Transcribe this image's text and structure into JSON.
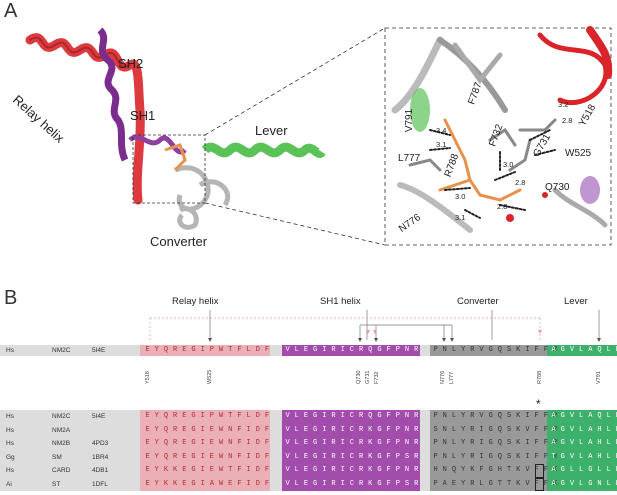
{
  "panelA": {
    "letter": "A",
    "labels": {
      "sh2": "SH2",
      "sh1": "SH1",
      "relay": "Relay helix",
      "lever": "Lever",
      "converter": "Converter"
    },
    "inset_labels": [
      "F787",
      "F732",
      "V791",
      "Y518",
      "L777",
      "R788",
      "G731",
      "W525",
      "Q730",
      "N776"
    ],
    "distances": [
      "3.4",
      "3.1",
      "3.0",
      "3.0",
      "2.8",
      "3.0",
      "3.1",
      "2.8",
      "3.2",
      "2.8",
      "3.0"
    ],
    "colors": {
      "relay": "#d9252a",
      "sh2": "#7b2d8e",
      "sh1": "#8e3fa0",
      "lever": "#5bc257",
      "converter": "#b5b5b5",
      "orange": "#e8914b"
    }
  },
  "panelB": {
    "letter": "B",
    "headers": [
      "Relay helix",
      "SH1 helix",
      "Converter",
      "Lever"
    ],
    "top_row": {
      "sp": "Hs",
      "name": "NM2C",
      "pdb": "5I4E",
      "relay": "EYQREGIPWTFLDF",
      "sh1": "VLEGIRICRQGFPNR",
      "conv": "PNLYRVGQSKIFFR",
      "lever": "AGVLAQLE"
    },
    "residue_labels": [
      "Y518",
      "W525",
      "Q730",
      "G731",
      "F732",
      "N776",
      "L777",
      "R788",
      "V791"
    ],
    "star": "*",
    "rows": [
      {
        "sp": "Hs",
        "name": "NM2C",
        "pdb": "5I4E",
        "relay": "EYQREGIPWTFLDF",
        "sh1": "VLEGIRICRQGFPNR",
        "conv": "PNLYRVGQSKIFFR",
        "lever": "AGVLAQLE"
      },
      {
        "sp": "Hs",
        "name": "NM2A",
        "pdb": "",
        "relay": "EYQREGIEWNFIDF",
        "sh1": "VLEGIRICRKGFPNR",
        "conv": "SNLYRIGQSKVFFR",
        "lever": "AGVLAHLE"
      },
      {
        "sp": "Hs",
        "name": "NM2B",
        "pdb": "4PD3",
        "relay": "EYQREGIEWNFIDF",
        "sh1": "VLEGIRICRKGFPNR",
        "conv": "PNLYRIGQSKIFFR",
        "lever": "AGVLAHLE"
      },
      {
        "sp": "Gg",
        "name": "SM",
        "pdb": "1BR4",
        "relay": "EYQREGIEWNFIDF",
        "sh1": "VLEGIRICRKGFPSR",
        "conv": "PNLYRIGQSKIFFR",
        "lever": "TGVLAHLE"
      },
      {
        "sp": "Hs",
        "name": "CARD",
        "pdb": "4DB1",
        "relay": "EYKKEGIEWTFIDF",
        "sh1": "VLEGIRICRKGFPNR",
        "conv": "HNQYKFGHTKVFFK",
        "lever": "AGLLGLLE"
      },
      {
        "sp": "Ai",
        "name": "ST",
        "pdb": "1DFL",
        "relay": "EYKKEGIAWEFIDF",
        "sh1": "VLEGIRICRKGFPSR",
        "conv": "PAEYRLGTTKVFFK",
        "lever": "AGVLGNLE"
      }
    ]
  }
}
